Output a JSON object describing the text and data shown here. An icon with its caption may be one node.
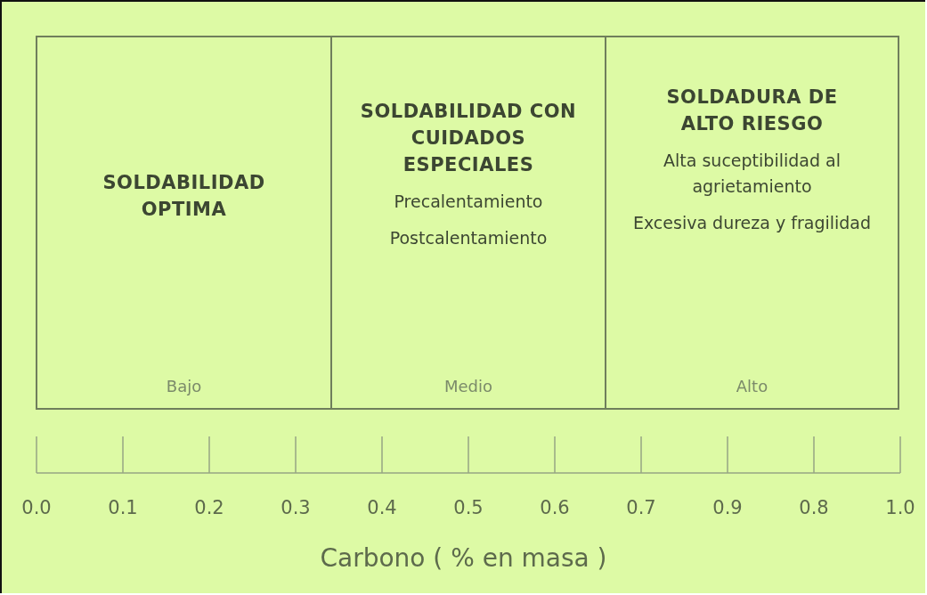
{
  "diagram": {
    "nodes": [
      {
        "text": [
          "SOLDABILIDAD OPTIMA",
          "Bajo"
        ]
      },
      {
        "text": [
          "SOLDABILIDAD CON CUIDADOS ESPECIALES",
          "Precalentamiento",
          "Postcalentamiento",
          "Medio"
        ]
      },
      {
        "text": [
          "SOLDADURA DE ALTO RIESGO",
          "Alta suceptibilidad al agrietamiento",
          "Excesiva dureza y fragilidad",
          "Alto"
        ]
      }
    ],
    "edges": [],
    "labels": [
      "0.0",
      "0.1",
      "0.2",
      "0.3",
      "0.4",
      "0.5",
      "0.6",
      "0.7",
      "0.9",
      "0.8",
      "1.0",
      "Carbono ( % en masa )"
    ]
  }
}
